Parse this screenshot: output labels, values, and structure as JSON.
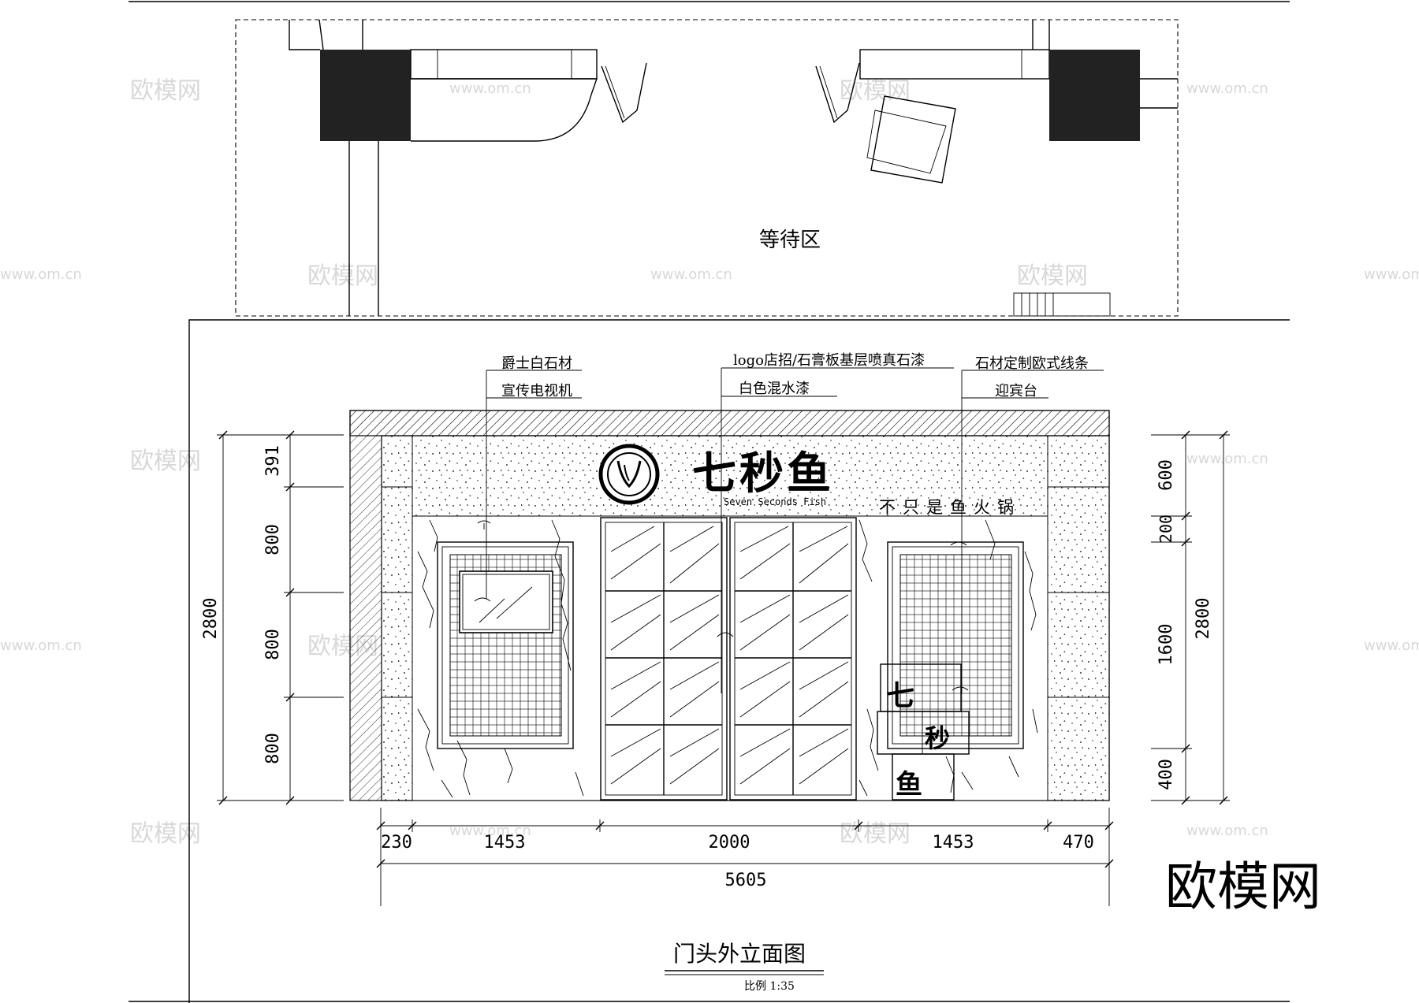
{
  "plan": {
    "zone_label": "等待区"
  },
  "callouts": {
    "stone": "爵士白石材",
    "tv": "宣传电视机",
    "logo_sign": "logo店招/石膏板基层喷真石漆",
    "paint": "白色混水漆",
    "moulding": "石材定制欧式线条",
    "reception": "迎宾台"
  },
  "sign": {
    "brand": "七秒鱼",
    "brand_en": "Seven Seconds Fish",
    "slogan": "不只是鱼火锅"
  },
  "reception_desk": {
    "char1": "七",
    "char2": "秒",
    "char3": "鱼"
  },
  "dimensions": {
    "left": {
      "total": "2800",
      "segments": [
        "391",
        "800",
        "800",
        "800"
      ]
    },
    "right": {
      "total": "2800",
      "segments": [
        "600",
        "200",
        "1600",
        "400"
      ]
    },
    "bottom": {
      "segments": [
        "230",
        "1453",
        "2000",
        "1453",
        "470"
      ],
      "total": "5605"
    }
  },
  "title": {
    "text": "门头外立面图",
    "scale": "比例 1:35"
  },
  "watermark": {
    "brand": "欧模网",
    "url": "www.om.cn"
  }
}
